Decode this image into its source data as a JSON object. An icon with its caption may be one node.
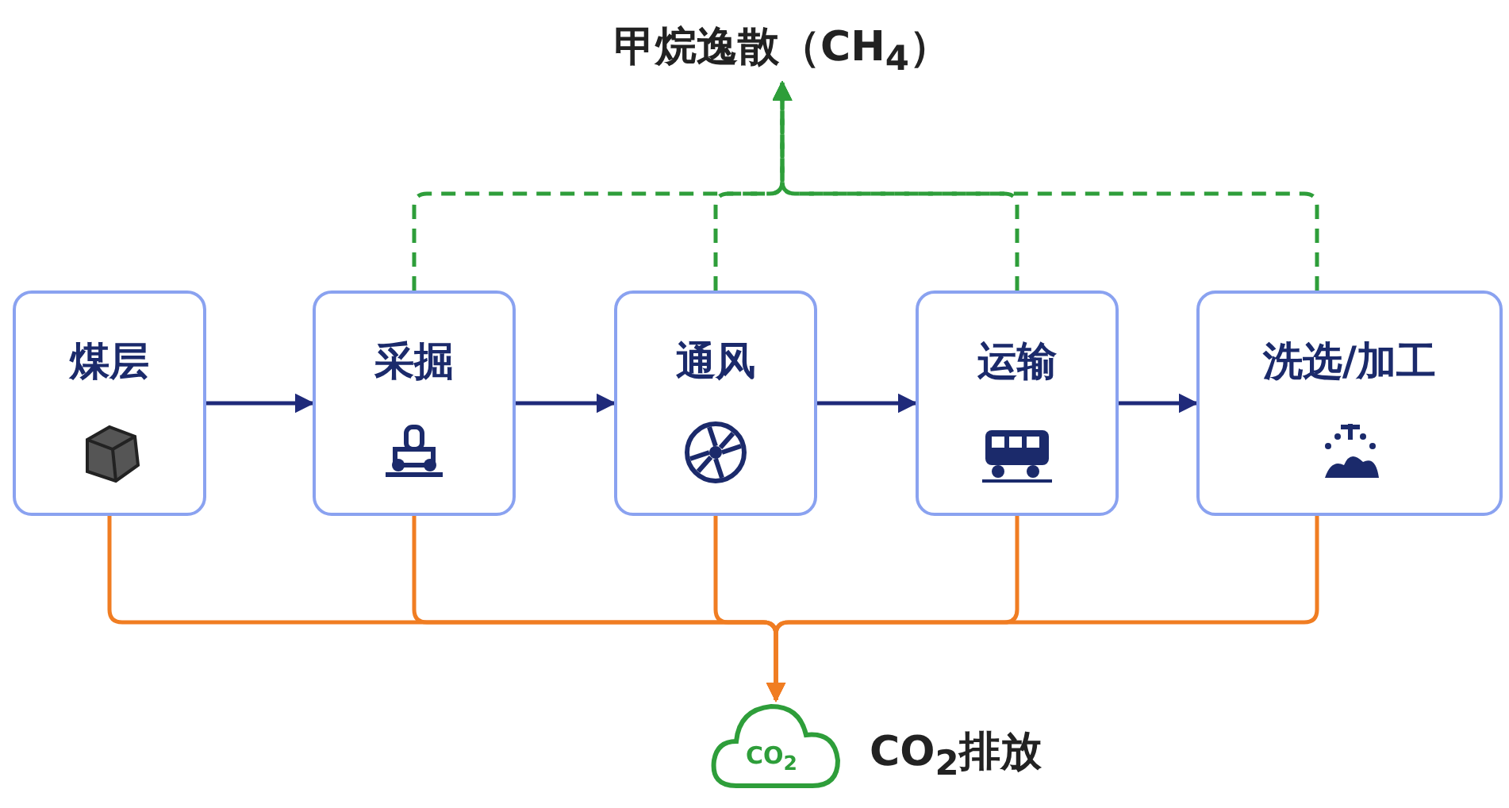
{
  "diagram": {
    "nodes": [
      {
        "text": [
          "煤层"
        ]
      },
      {
        "text": [
          "采掘"
        ]
      },
      {
        "text": [
          "通风"
        ]
      },
      {
        "text": [
          "运输"
        ]
      },
      {
        "text": [
          "洗选/加工"
        ]
      },
      {
        "text": [
          "甲烷逸散（CH$_{4}$）"
        ]
      },
      {
        "text": [
          "CO$_{2}$"
        ],
        "beside": [
          "CO$_{2}$排放"
        ]
      }
    ],
    "edges": [
      {
        "from": 0,
        "to": 1,
        "arrow": "to",
        "color": "#1f2a7a"
      },
      {
        "from": 1,
        "to": 2,
        "arrow": "to",
        "color": "#1f2a7a"
      },
      {
        "from": 2,
        "to": 3,
        "arrow": "to",
        "color": "#1f2a7a"
      },
      {
        "from": 3,
        "to": 4,
        "arrow": "to",
        "color": "#1f2a7a"
      },
      {
        "from": 1,
        "to": 5,
        "arrow": "to",
        "style": "dashed",
        "color": "#2e9e3a"
      },
      {
        "from": 2,
        "to": 5,
        "arrow": "to",
        "style": "dashed",
        "color": "#2e9e3a"
      },
      {
        "from": 3,
        "to": 5,
        "arrow": "to",
        "style": "dashed",
        "color": "#2e9e3a"
      },
      {
        "from": 4,
        "to": 5,
        "arrow": "to",
        "style": "dashed",
        "color": "#2e9e3a"
      },
      {
        "from": 0,
        "to": 6,
        "arrow": "to",
        "color": "#f07d22"
      },
      {
        "from": 1,
        "to": 6,
        "arrow": "to",
        "color": "#f07d22"
      },
      {
        "from": 2,
        "to": 6,
        "arrow": "to",
        "color": "#f07d22"
      },
      {
        "from": 3,
        "to": 6,
        "arrow": "to",
        "color": "#f07d22"
      },
      {
        "from": 4,
        "to": 6,
        "arrow": "to",
        "color": "#f07d22"
      }
    ]
  }
}
